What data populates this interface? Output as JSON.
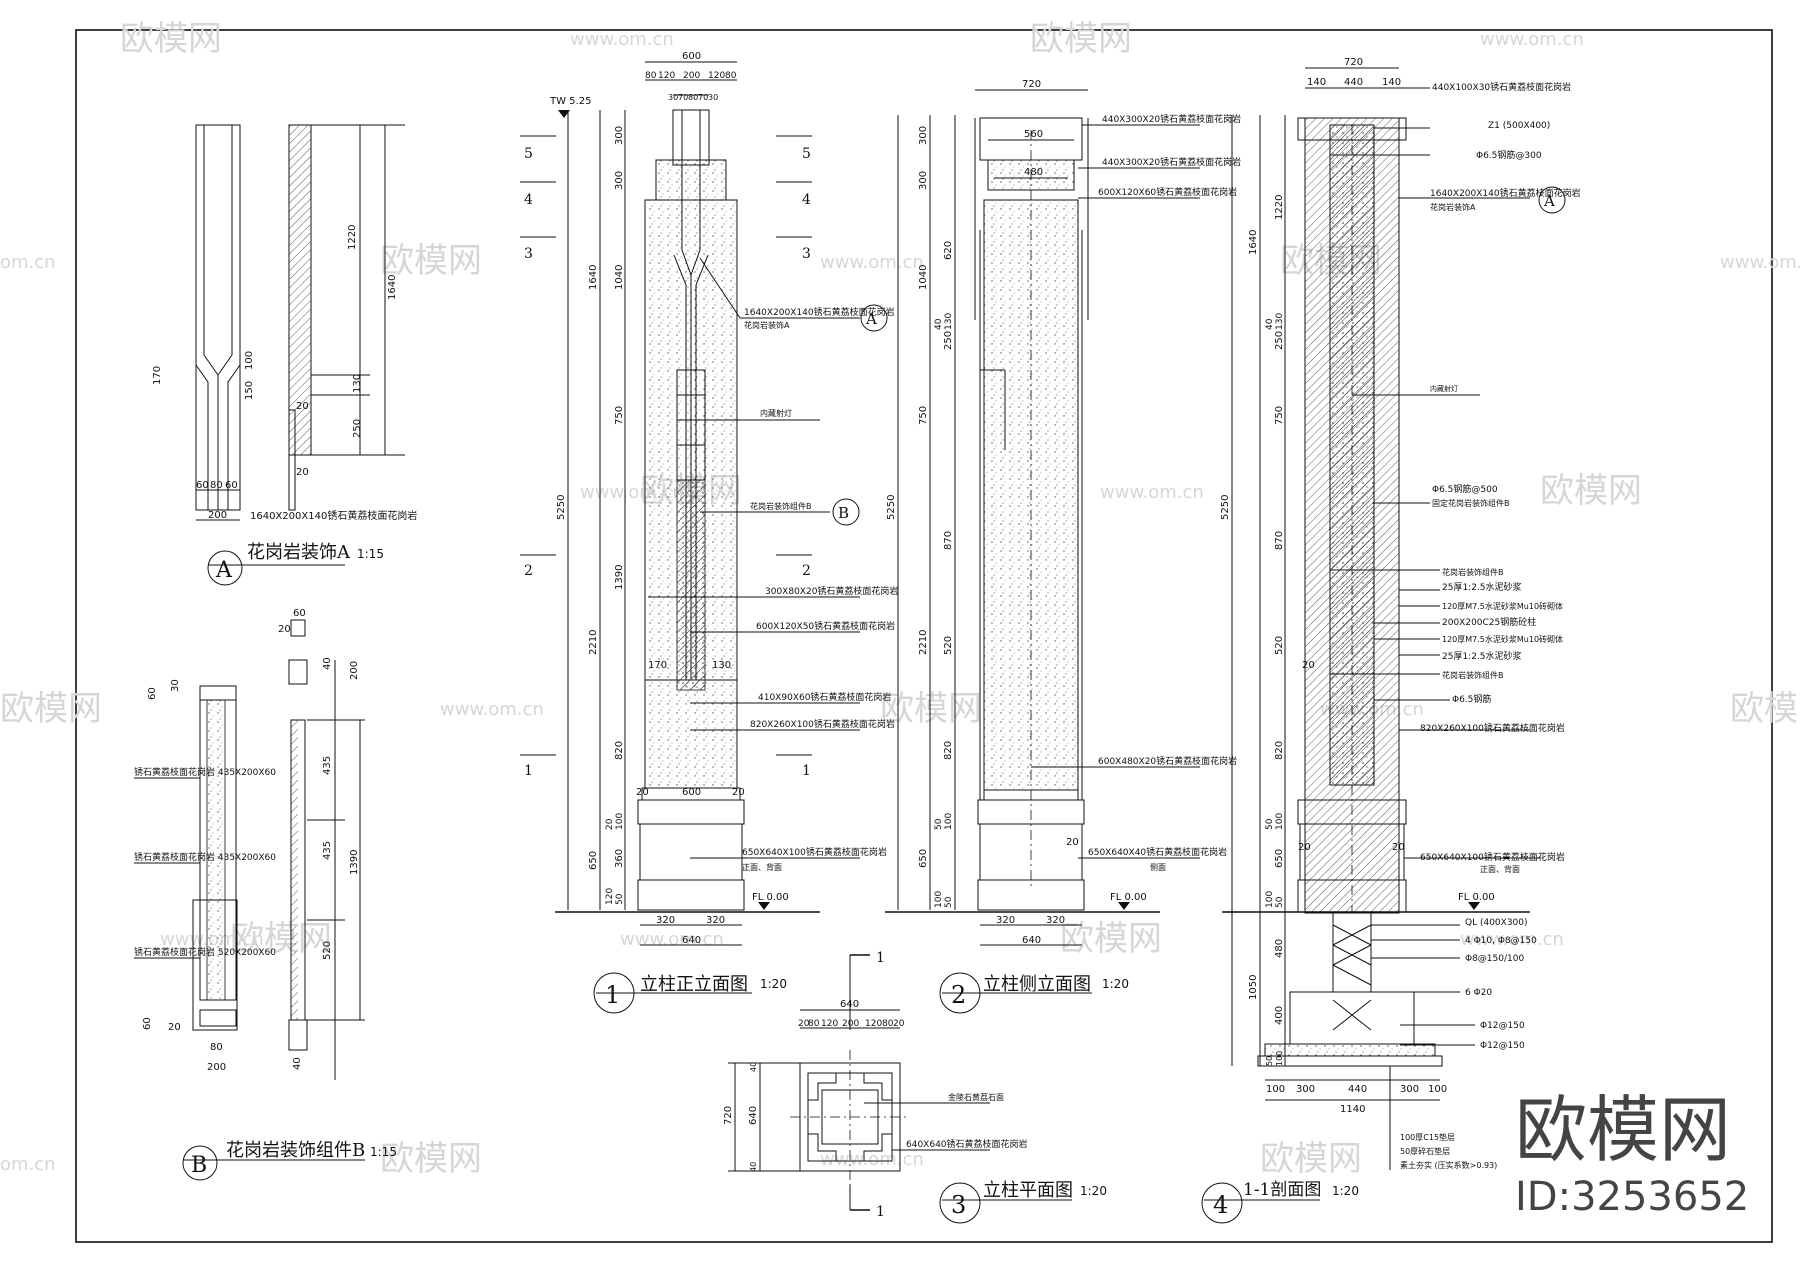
{
  "views": {
    "detail_a": {
      "label": "A",
      "title": "花岗岩装饰A",
      "scale": "1:15",
      "dims": [
        "1220",
        "1640",
        "170",
        "100",
        "150",
        "130",
        "250",
        "20",
        "20",
        "60",
        "80",
        "60",
        "200"
      ],
      "note": "1640X200X140锈石黄荔枝面花岗岩"
    },
    "detail_b": {
      "label": "B",
      "title": "花岗岩装饰组件B",
      "scale": "1:15",
      "dims": [
        "60",
        "20",
        "30",
        "60",
        "40",
        "200",
        "435",
        "435",
        "1390",
        "520",
        "20",
        "60",
        "80",
        "200",
        "40"
      ],
      "notes": [
        "锈石黄荔枝面花岗岩 435X200X60",
        "锈石黄荔枝面花岗岩 435X200X60",
        "锈石黄荔枝面花岗岩 520X200X60"
      ]
    },
    "front_elevation": {
      "number": "1",
      "title": "立柱正立面图",
      "scale": "1:20",
      "top_mark": "TW 5.25",
      "floor_mark": "FL 0.00",
      "dims_top": [
        "600",
        "80",
        "120",
        "200",
        "120",
        "80",
        "30",
        "70",
        "80",
        "70",
        "30"
      ],
      "dims_left": [
        "300",
        "300",
        "1040",
        "1640",
        "750",
        "1390",
        "5250",
        "2210",
        "820",
        "20",
        "100",
        "650",
        "360",
        "120",
        "50"
      ],
      "dims_bottom": [
        "320",
        "320",
        "640"
      ],
      "dims_mid": [
        "170",
        "130",
        "20",
        "600",
        "20"
      ],
      "levels": [
        "5",
        "4",
        "3",
        "2",
        "1"
      ],
      "callouts": [
        "1640X200X140锈石黄荔枝面花岗岩",
        "花岗岩装饰A",
        "内藏射灯",
        "花岗岩装饰组件B",
        "300X80X20锈石黄荔枝面花岗岩",
        "600X120X50锈石黄荔枝面花岗岩",
        "410X90X60锈石黄荔枝面花岗岩",
        "820X260X100锈石黄荔枝面花岗岩",
        "650X640X100锈石黄荔枝面花岗岩",
        "正面、背面"
      ],
      "ref_a": "A",
      "ref_b": "B"
    },
    "side_elevation": {
      "number": "2",
      "title": "立柱侧立面图",
      "scale": "1:20",
      "floor_mark": "FL 0.00",
      "dims_top": [
        "720",
        "560",
        "480"
      ],
      "dims_left": [
        "300",
        "300",
        "620",
        "1040",
        "40",
        "130",
        "250",
        "750",
        "870",
        "5250",
        "2210",
        "520",
        "820",
        "50",
        "100",
        "650",
        "100",
        "50"
      ],
      "dims_bottom": [
        "320",
        "320",
        "640"
      ],
      "callouts": [
        "440X300X20锈石黄荔枝面花岗岩",
        "440X300X20锈石黄荔枝面花岗岩",
        "600X120X60锈石黄荔枝面花岗岩",
        "600X480X20锈石黄荔枝面花岗岩",
        "650X640X40锈石黄荔枝面花岗岩",
        "侧面",
        "20"
      ]
    },
    "plan": {
      "number": "3",
      "title": "立柱平面图",
      "scale": "1:20",
      "section_mark": "1",
      "dims_top": [
        "640",
        "20",
        "80",
        "120",
        "200",
        "120",
        "80",
        "20"
      ],
      "dims_left": [
        "720",
        "640",
        "40",
        "40"
      ],
      "callouts": [
        "金陵石黄荔石面",
        "640X640锈石黄荔枝面花岗岩"
      ]
    },
    "section": {
      "number": "4",
      "title": "1-1剖面图",
      "scale": "1:20",
      "floor_mark": "FL 0.00",
      "dims_top": [
        "720",
        "140",
        "440",
        "140"
      ],
      "dims_left": [
        "1220",
        "1640",
        "40",
        "130",
        "250",
        "750",
        "5250",
        "870",
        "520",
        "820",
        "50",
        "100",
        "650",
        "100",
        "50",
        "480",
        "1050",
        "400",
        "50",
        "100"
      ],
      "dims_bottom": [
        "100",
        "300",
        "440",
        "300",
        "100",
        "1140"
      ],
      "callouts": [
        "440X100X30锈石黄荔枝面花岗岩",
        "Z1 (500X400)",
        "Φ6.5钢筋@300",
        "1640X200X140锈石黄荔枝面花岗岩",
        "花岗岩装饰A",
        "内藏射灯",
        "Φ6.5钢筋@500",
        "固定花岗岩装饰组件B",
        "花岗岩装饰组件B",
        "25厚1:2.5水泥砂浆",
        "120厚M7.5水泥砂浆Mu10砖砌体",
        "200X200C25钢筋砼柱",
        "120厚M7.5水泥砂浆Mu10砖砌体",
        "25厚1:2.5水泥砂浆",
        "花岗岩装饰组件B",
        "Φ6.5钢筋",
        "820X260X100锈石黄荔枝面花岗岩",
        "650X640X100锈石黄荔枝面花岗岩",
        "正面、背面",
        "QL (400X300)",
        "4 Φ10, Φ8@150",
        "Φ8@150/100",
        "6 Φ20",
        "Φ12@150",
        "Φ12@150",
        "100厚C15垫层",
        "50厚碎石垫层",
        "素土夯实 (压实系数>0.93)",
        "20",
        "20",
        "20"
      ],
      "ref_a": "A"
    }
  },
  "watermark": {
    "brand": "欧模网",
    "url": "www.om.cn",
    "id": "ID:3253652",
    "small": "om.cn"
  }
}
